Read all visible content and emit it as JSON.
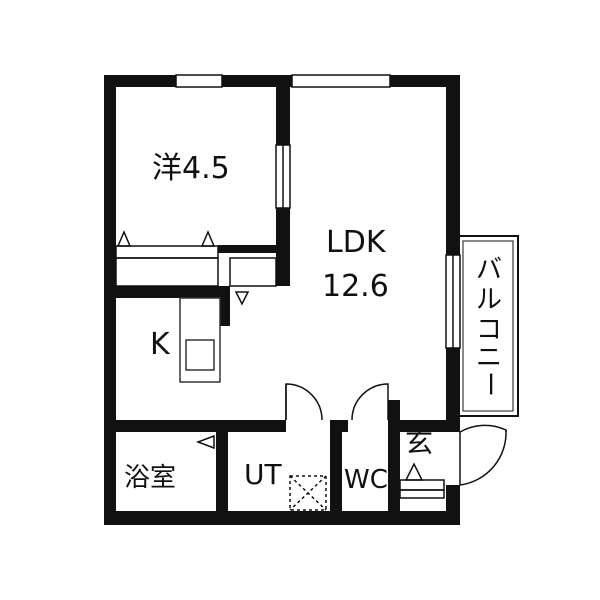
{
  "floor_plan": {
    "rooms": {
      "western_room": "洋4.5",
      "ldk_name": "LDK",
      "ldk_size": "12.6",
      "kitchen": "K",
      "bathroom": "浴室",
      "utility": "UT",
      "toilet": "WC",
      "entrance": "玄",
      "balcony": [
        "バ",
        "ル",
        "コ",
        "ニ",
        "ー"
      ]
    },
    "colors": {
      "wall": "#111111",
      "background": "#ffffff",
      "fixture": "#333333"
    }
  }
}
